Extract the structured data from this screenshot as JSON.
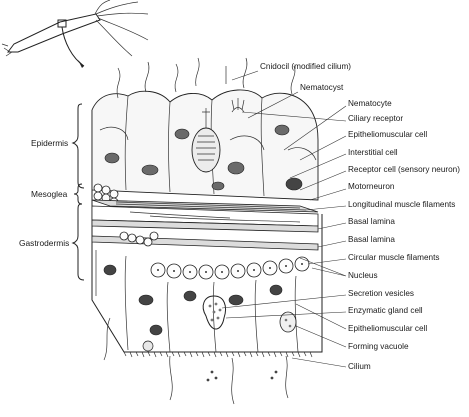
{
  "labels": {
    "cnidocil": "Cnidocil (modified cilium)",
    "nematocyst": "Nematocyst",
    "nematocyte": "Nematocyte",
    "ciliary_receptor": "Ciliary receptor",
    "epitheliomuscular_top": "Epitheliomuscular cell",
    "interstitial": "Interstitial cell",
    "receptor_cell": "Receptor cell (sensory neuron)",
    "motorneuron": "Motorneuron",
    "longitudinal": "Longitudinal muscle filaments",
    "basal_lamina_1": "Basal lamina",
    "basal_lamina_2": "Basal lamina",
    "circular": "Circular muscle filaments",
    "nucleus": "Nucleus",
    "secretion": "Secretion vesicles",
    "enzymatic": "Enzymatic gland cell",
    "epitheliomuscular_bottom": "Epitheliomuscular cell",
    "forming_vacuole": "Forming vacuole",
    "cilium": "Cilium"
  },
  "layers": {
    "epidermis": "Epidermis",
    "mesoglea": "Mesoglea",
    "gastrodermis": "Gastrodermis"
  }
}
